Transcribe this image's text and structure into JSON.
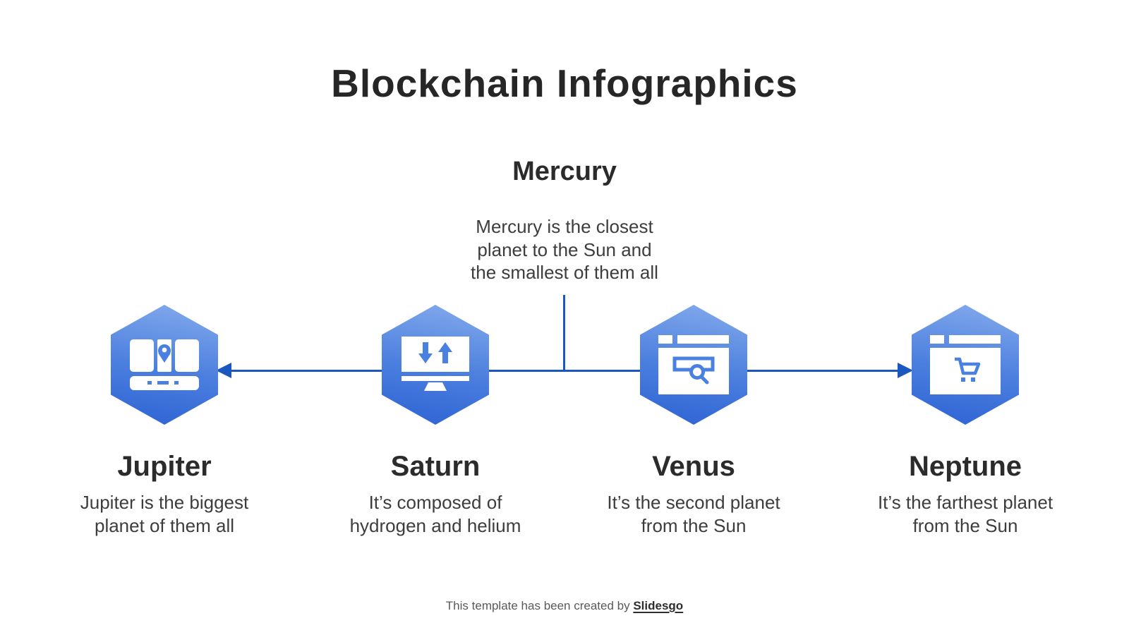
{
  "page": {
    "title": "Blockchain Infographics"
  },
  "colors": {
    "background": "#ffffff",
    "connector_blue": "#1a57be",
    "hexagon_gradient_top": "#85abec",
    "hexagon_gradient_bottom": "#2d62d4",
    "icon_detail_blue": "#4a80e0",
    "heading_text": "#2b2b2b",
    "body_text": "#3d3d3d",
    "footer_text": "#595959"
  },
  "center_node": {
    "title": "Mercury",
    "lines": [
      "Mercury is the closest",
      "planet to the Sun and",
      "the smallest of them all"
    ]
  },
  "nodes": [
    {
      "title": "Jupiter",
      "icon": "map-device-icon",
      "lines": [
        "Jupiter is the biggest",
        "planet of them all"
      ]
    },
    {
      "title": "Saturn",
      "icon": "monitor-sync-icon",
      "lines": [
        "It’s composed of",
        "hydrogen and helium"
      ]
    },
    {
      "title": "Venus",
      "icon": "browser-search-icon",
      "lines": [
        "It’s the second planet",
        "from the Sun"
      ]
    },
    {
      "title": "Neptune",
      "icon": "browser-cart-icon",
      "lines": [
        "It’s the farthest planet",
        "from the Sun"
      ]
    }
  ],
  "footer": {
    "text": "This template has been created by ",
    "brand": "Slidesgo"
  }
}
